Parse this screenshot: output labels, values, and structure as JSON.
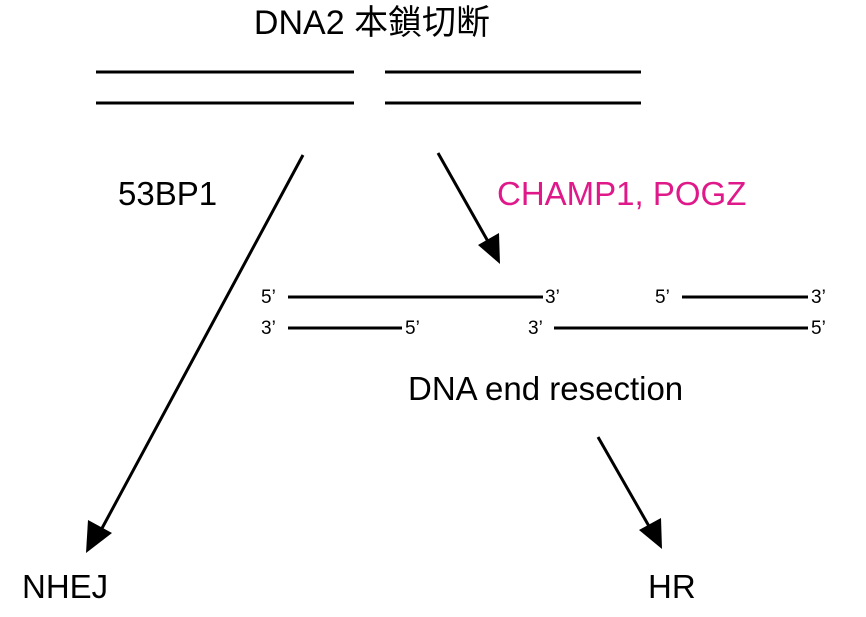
{
  "title": "DNA2 本鎖切断",
  "pathway_left": {
    "factor": "53BP1",
    "outcome": "NHEJ"
  },
  "pathway_right": {
    "factor": "CHAMP1, POGZ",
    "process": "DNA end resection",
    "outcome": "HR"
  },
  "strand_ends": {
    "left_top_5": "5’",
    "left_top_3": "3’",
    "left_bottom_3": "3’",
    "left_bottom_5": "5’",
    "right_top_5": "5’",
    "right_top_3": "3’",
    "right_bottom_3": "3’",
    "right_bottom_5": "5’"
  },
  "colors": {
    "text": "#000000",
    "highlight": "#e0198a",
    "line": "#000000"
  }
}
